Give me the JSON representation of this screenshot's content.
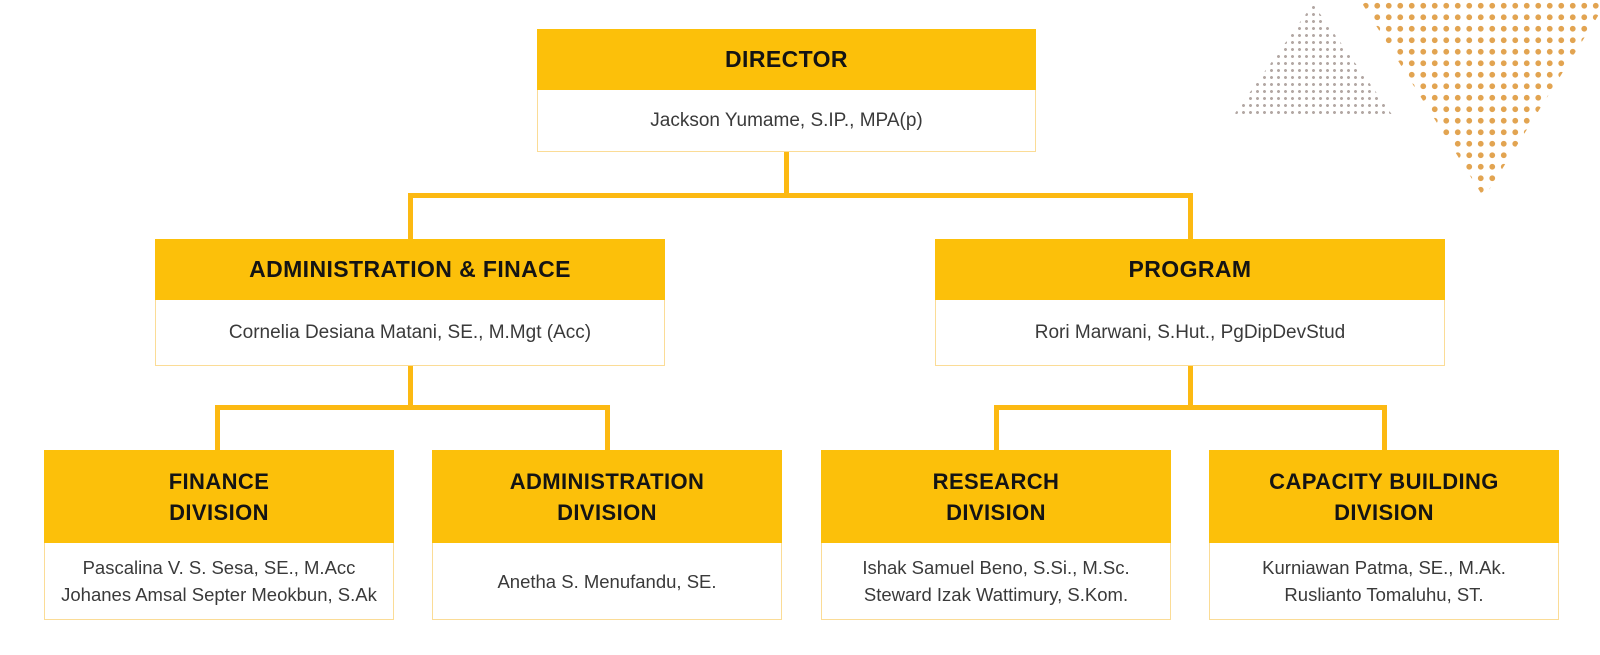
{
  "theme": {
    "header-yellow": "#FCC00A",
    "connector-yellow": "#FCB912",
    "body-border": "#FBDC96",
    "title-color": "#141414",
    "name-color": "#3A3A3A",
    "gray-dot": "#B3A8A4",
    "orange-dot": "#E2A451"
  },
  "chart": {
    "type": "org-chart",
    "nodes": [
      {
        "role": "director",
        "title_lines": [
          "DIRECTOR"
        ],
        "names": [
          "Jackson Yumame, S.IP., MPA(p)"
        ]
      },
      {
        "role": "administration-finance",
        "title_lines": [
          "ADMINISTRATION & FINACE"
        ],
        "names": [
          "Cornelia Desiana Matani, SE., M.Mgt (Acc)"
        ]
      },
      {
        "role": "program",
        "title_lines": [
          "PROGRAM"
        ],
        "names": [
          "Rori Marwani, S.Hut., PgDipDevStud"
        ]
      },
      {
        "role": "finance-division",
        "title_lines": [
          "FINANCE",
          "DIVISION"
        ],
        "names": [
          "Pascalina V. S. Sesa, SE., M.Acc",
          "Johanes Amsal Septer Meokbun, S.Ak"
        ]
      },
      {
        "role": "administration-division",
        "title_lines": [
          "ADMINISTRATION",
          "DIVISION"
        ],
        "names": [
          "Anetha S. Menufandu, SE."
        ]
      },
      {
        "role": "research-division",
        "title_lines": [
          "RESEARCH",
          "DIVISION"
        ],
        "names": [
          "Ishak Samuel Beno, S.Si., M.Sc.",
          "Steward Izak Wattimury, S.Kom."
        ]
      },
      {
        "role": "capacity-building-division",
        "title_lines": [
          "CAPACITY BUILDING",
          "DIVISION"
        ],
        "names": [
          "Kurniawan Patma, SE., M.Ak.",
          "Ruslianto Tomaluhu, ST."
        ]
      }
    ]
  }
}
